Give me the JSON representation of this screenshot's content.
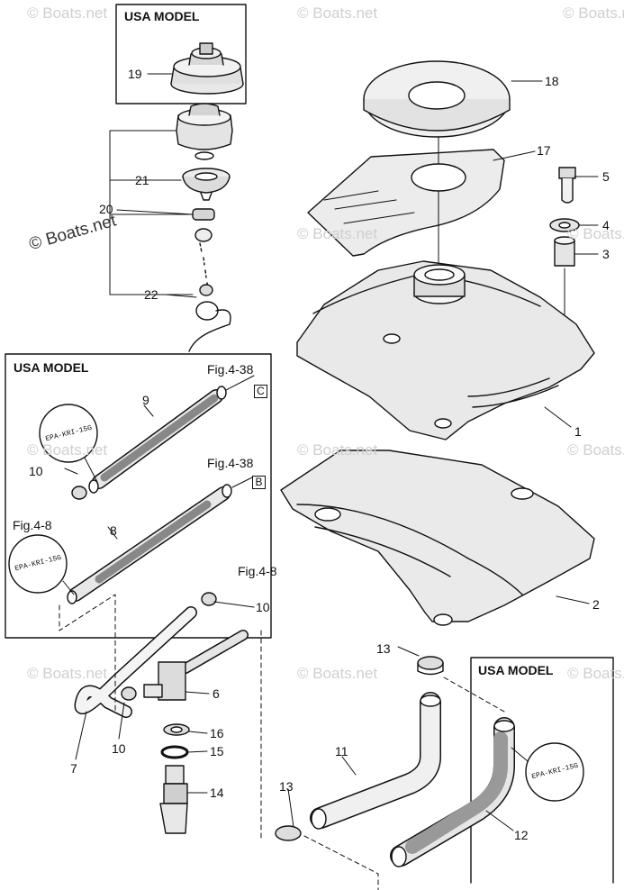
{
  "boxes": {
    "top_title": "USA MODEL",
    "left_title": "USA MODEL",
    "right_title": "USA MODEL"
  },
  "callouts": {
    "p1": "1",
    "p2": "2",
    "p3": "3",
    "p4": "4",
    "p5": "5",
    "p6": "6",
    "p7": "7",
    "p8": "8",
    "p9": "9",
    "p10a": "10",
    "p10b": "10",
    "p10c": "10",
    "p11": "11",
    "p12": "12",
    "p13a": "13",
    "p13b": "13",
    "p14": "14",
    "p15": "15",
    "p16": "16",
    "p17": "17",
    "p18": "18",
    "p19": "19",
    "p20": "20",
    "p21": "21",
    "p22": "22"
  },
  "refs": {
    "fig_c": "Fig.4-38",
    "fig_b": "Fig.4-38",
    "fig_8a": "Fig.4-8",
    "fig_8b": "Fig.4-8",
    "box_c": "C",
    "box_b": "B"
  },
  "stamps": {
    "s1": "EPA-KRI-15G",
    "s2": "EPA-KRI-15G",
    "s3": "EPA-KRI-15G"
  },
  "watermarks": {
    "main": "© Boats.net",
    "faint": "© Boats.net"
  }
}
